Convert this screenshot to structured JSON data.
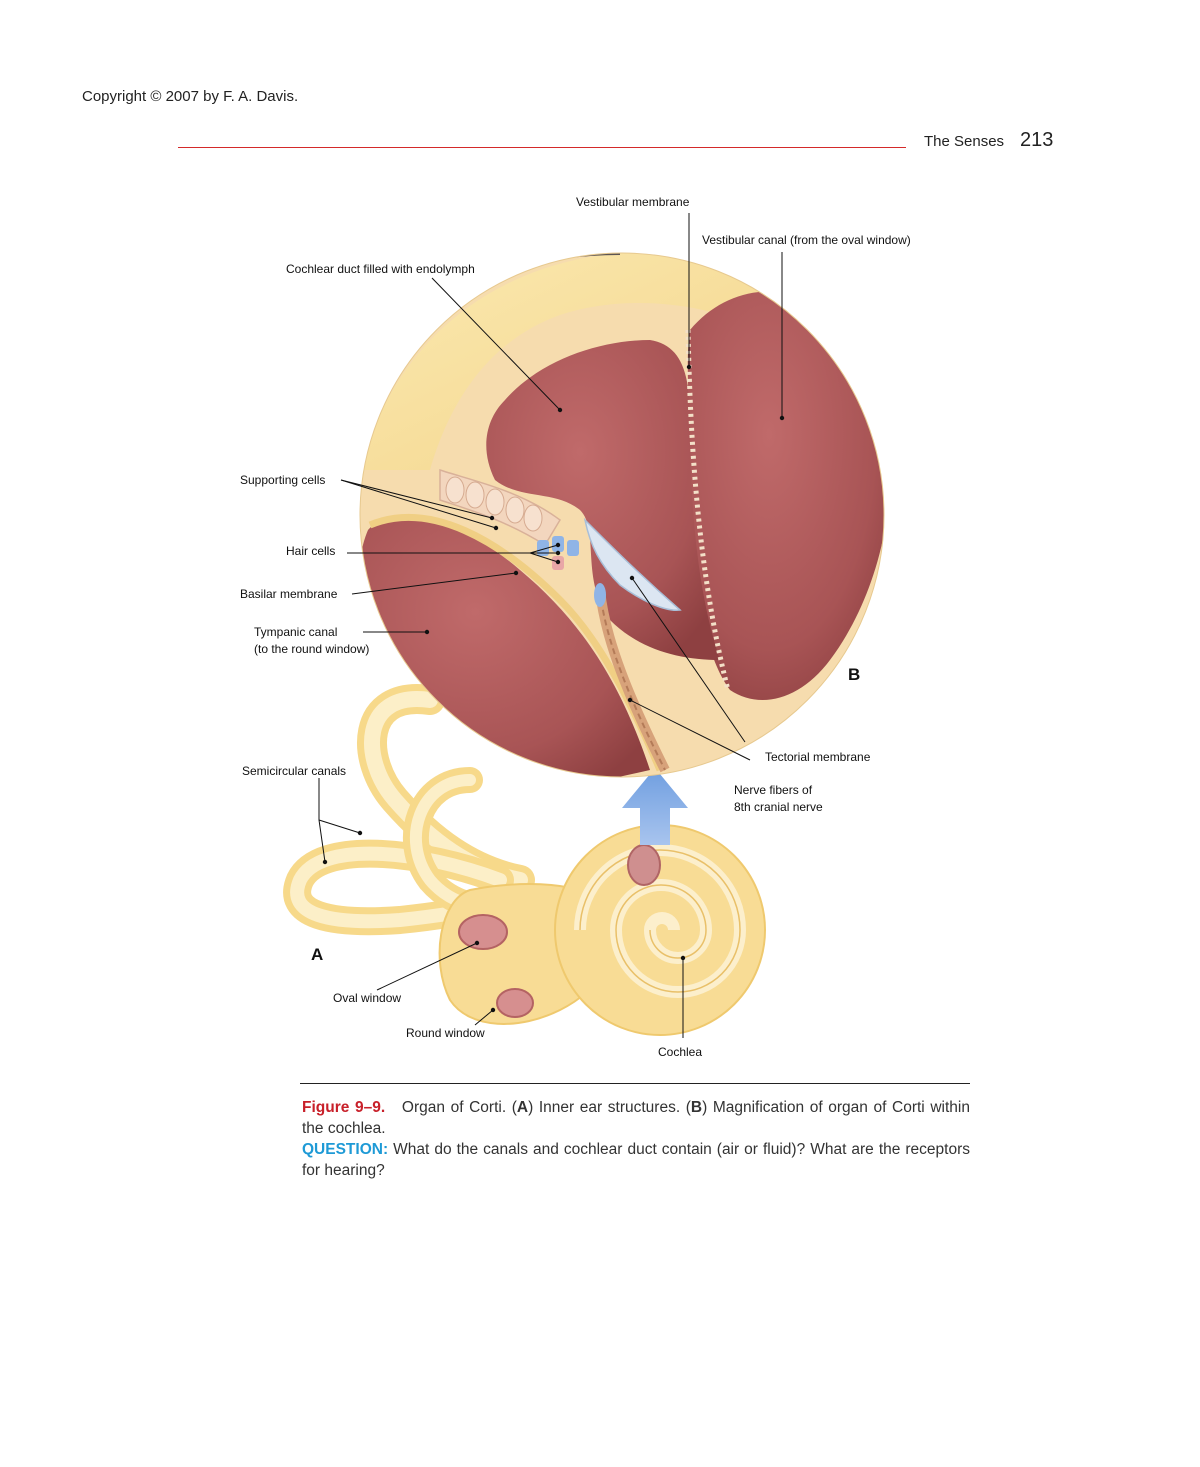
{
  "page": {
    "copyright": "Copyright © 2007 by F. A. Davis.",
    "running_head": "The Senses",
    "page_number": "213"
  },
  "figure": {
    "panel_letters": {
      "a": "A",
      "b": "B"
    },
    "labels": {
      "vestibular_membrane": "Vestibular membrane",
      "vestibular_canal": "Vestibular canal (from the oval window)",
      "cochlear_duct": "Cochlear duct filled with endolymph",
      "supporting_cells": "Supporting cells",
      "hair_cells": "Hair cells",
      "basilar_membrane": "Basilar membrane",
      "tympanic_canal_1": "Tympanic canal",
      "tympanic_canal_2": "(to the round window)",
      "semicircular_canals": "Semicircular canals",
      "tectorial_membrane": "Tectorial membrane",
      "nerve_fibers_1": "Nerve fibers of",
      "nerve_fibers_2": "8th cranial nerve",
      "oval_window": "Oval window",
      "round_window": "Round window",
      "cochlea": "Cochlea"
    }
  },
  "caption": {
    "figure_label": "Figure 9–9.",
    "text_1": "Organ of Corti. (",
    "a": "A",
    "text_2": ") Inner ear structures. (",
    "b": "B",
    "text_3": ") Magnification of organ of Corti within the cochlea.",
    "question_label": "QUESTION:",
    "question_text": "What do the canals and cochlear duct contain (air or fluid)? What are the receptors for hearing?"
  }
}
